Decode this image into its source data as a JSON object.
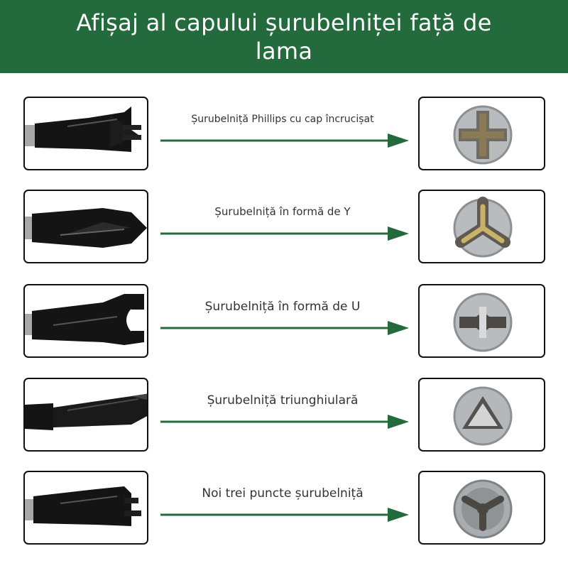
{
  "header": {
    "title": "Afișaj al capului șurubelniței față de lama",
    "background": "#236b3c"
  },
  "colors": {
    "arrow": "#236b3c",
    "bit": "#141414",
    "screw": "#b9bcbf"
  },
  "rows": [
    {
      "label": "Șurubelniță Phillips cu cap încrucișat",
      "bit_icon": "phillips-bit-icon",
      "screw_icon": "phillips-screw-icon"
    },
    {
      "label": "Șurubelniță în formă de Y",
      "bit_icon": "y-bit-icon",
      "screw_icon": "y-screw-icon"
    },
    {
      "label": "Șurubelniță în formă de U",
      "bit_icon": "u-bit-icon",
      "screw_icon": "u-screw-icon"
    },
    {
      "label": "Șurubelniță triunghiulară",
      "bit_icon": "triangle-bit-icon",
      "screw_icon": "triangle-screw-icon"
    },
    {
      "label": "Noi trei puncte șurubelniță",
      "bit_icon": "tri-point-bit-icon",
      "screw_icon": "tri-point-screw-icon"
    }
  ]
}
